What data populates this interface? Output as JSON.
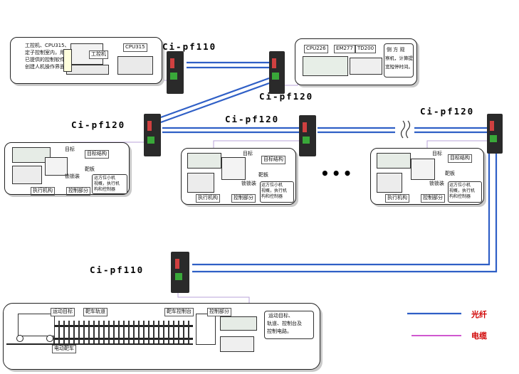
{
  "devices": {
    "top_left": "Ci-pf110",
    "top_right": "Ci-pf120",
    "mid_left": "Ci-pf120",
    "mid_center": "Ci-pf120",
    "mid_right": "Ci-pf120",
    "bottom": "Ci-pf110"
  },
  "top_left_panel": {
    "note": [
      "工控机、CPU315、",
      "定子控制室内，用由",
      "已提供的控制软件，",
      "创建人机操作界面。"
    ],
    "pc_label": "工控机",
    "cpu_label": "CPU315"
  },
  "top_right_panel": {
    "cpu_label": "CPU226",
    "em_label": "EM277",
    "td_label": "TD200",
    "note": [
      "侧 方 观",
      "察机，计算提",
      "宽短停时间。"
    ]
  },
  "station_panels": [
    {
      "target_frame": "目标",
      "target_structure": "目标结构",
      "target": "靶板",
      "lock": "锁锁装",
      "actuator": "执行机构",
      "control": "控制部分",
      "note": [
        "运方位小机",
        "视概，执行机",
        "构和控制器"
      ]
    },
    {
      "target_frame": "目标",
      "target_structure": "目标结构",
      "target": "靶板",
      "lock": "锁锁装",
      "actuator": "执行机构",
      "control": "控制部分",
      "note": [
        "运方位小机",
        "视概，执行机",
        "构和控制器"
      ]
    },
    {
      "target_frame": "目标",
      "target_structure": "目标结构",
      "target": "靶板",
      "lock": "锁锁装",
      "actuator": "执行机构",
      "control": "控制部分",
      "note": [
        "运方位小机",
        "视概，执行机",
        "构和控制器"
      ]
    }
  ],
  "ellipsis": "•••",
  "bottom_panel": {
    "moving_target": "运动目标",
    "track": "靶车轨道",
    "console": "靶车控制台",
    "control": "控制部分",
    "vehicle": "电动靶车",
    "note": [
      "运动目标、",
      "轨道、控制台及",
      "控制电路。"
    ]
  },
  "legend": {
    "fiber": "光纤",
    "cable": "电缆",
    "fiber_color": "#3a63c7",
    "cable_color": "#c020c0"
  }
}
